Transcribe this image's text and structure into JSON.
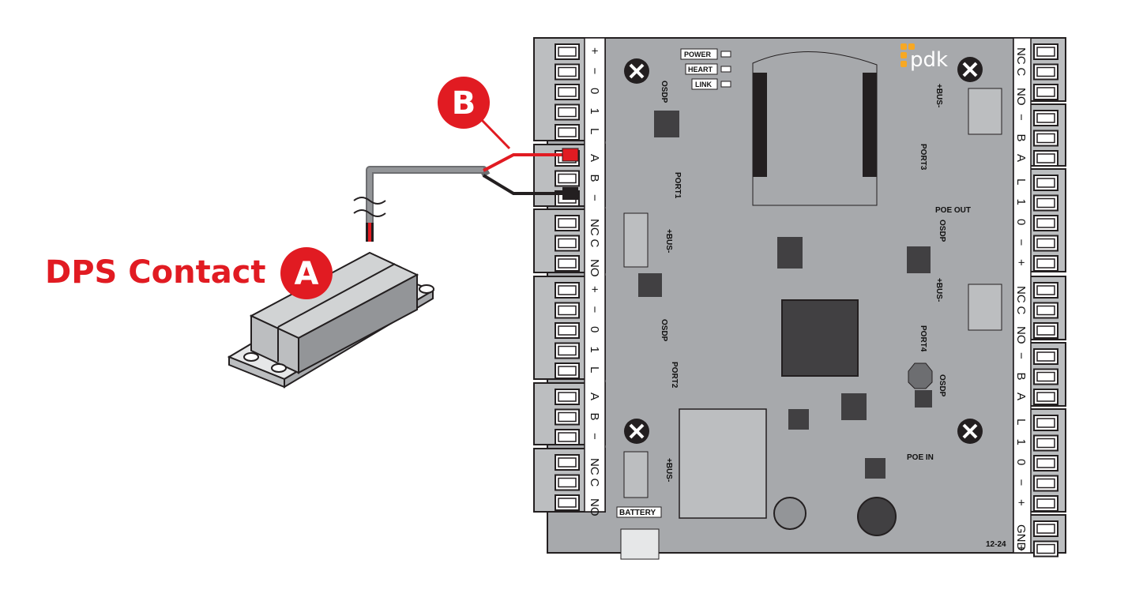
{
  "callouts": {
    "a_letter": "A",
    "b_letter": "B",
    "dps_label": "DPS Contact"
  },
  "board": {
    "logo": "pdk",
    "revision": "12-24",
    "leds": [
      "POWER",
      "HEART",
      "LINK"
    ],
    "silk": {
      "osdp_labels": [
        "OSDP",
        "OSDP",
        "OSDP",
        "OSDP"
      ],
      "port1": "PORT1",
      "port2": "PORT2",
      "port3": "PORT3",
      "port4": "PORT4",
      "bus_labels": [
        "+BUS-",
        "+BUS-",
        "+BUS-",
        "+BUS-"
      ],
      "poe_out": "POE OUT",
      "poe_in": "POE IN",
      "battery": "BATTERY"
    },
    "left_terminals": [
      [
        "+",
        "−",
        "0",
        "1",
        "L"
      ],
      [
        "A",
        "B",
        "−"
      ],
      [
        "NC",
        "C",
        "NO"
      ],
      [
        "+",
        "−",
        "0",
        "1",
        "L"
      ],
      [
        "A",
        "B",
        "−"
      ],
      [
        "NC",
        "C",
        "NO"
      ]
    ],
    "right_terminals": [
      [
        "NC",
        "C",
        "NO"
      ],
      [
        "−",
        "B",
        "A"
      ],
      [
        "L",
        "1",
        "0",
        "−",
        "+"
      ],
      [
        "NC",
        "C",
        "NO"
      ],
      [
        "−",
        "B",
        "A"
      ],
      [
        "L",
        "1",
        "0",
        "−",
        "+"
      ],
      [
        "GND",
        "+"
      ]
    ]
  },
  "colors": {
    "accent_red": "#e11b22",
    "board_gray": "#a7a9ac",
    "logo_orange": "#f7a823"
  },
  "icons": [
    "screw-hole-icon"
  ]
}
